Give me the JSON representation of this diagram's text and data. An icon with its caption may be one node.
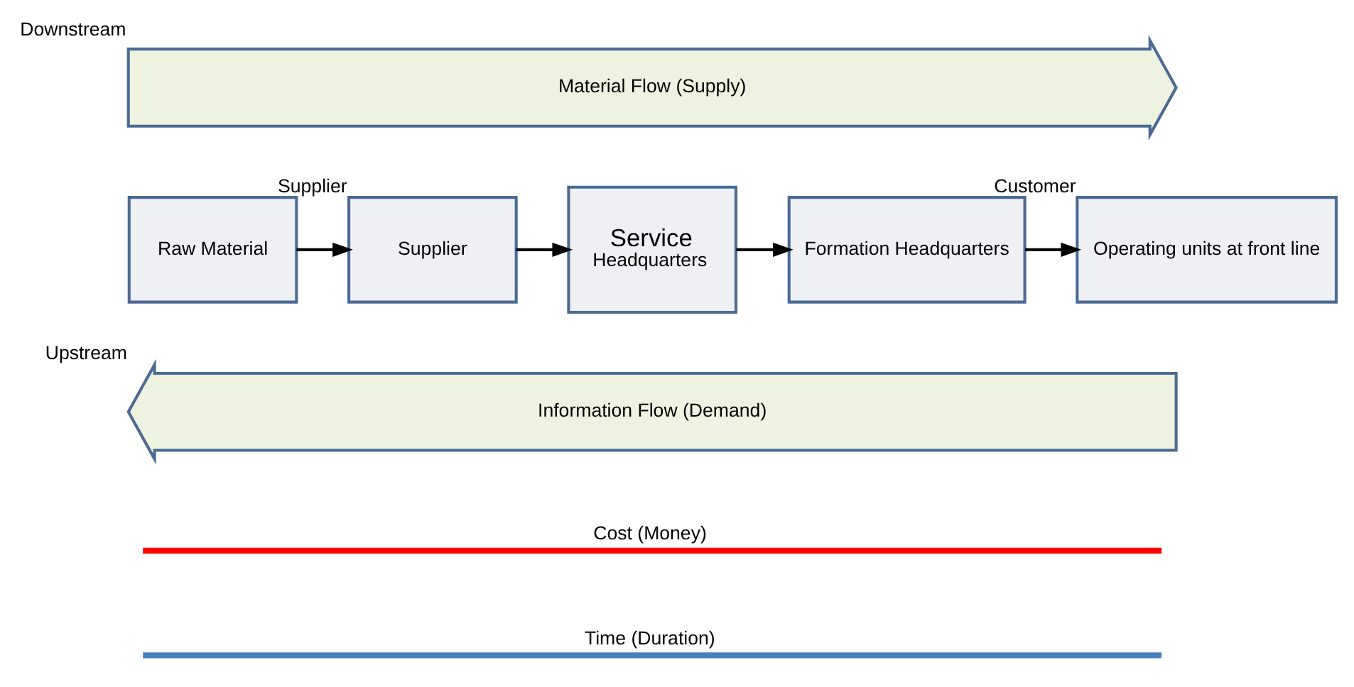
{
  "diagram": {
    "nodes": [
      {
        "text": [
          "Material Flow (Supply)"
        ],
        "beside": [
          "Downstream"
        ]
      },
      {
        "text": [
          "Raw Material"
        ]
      },
      {
        "text": [
          "Supplier"
        ],
        "beside": [
          "Supplier"
        ]
      },
      {
        "text": [
          "Service",
          "Headquarters"
        ]
      },
      {
        "text": [
          "Formation Headquarters"
        ]
      },
      {
        "text": [
          "Operating units at front line"
        ],
        "beside": [
          "Customer"
        ]
      },
      {
        "text": [
          "Information Flow (Demand)"
        ],
        "beside": [
          "Upstream"
        ]
      }
    ],
    "edges": [
      {
        "from": 1,
        "to": 2,
        "arrow": "to"
      },
      {
        "from": 2,
        "to": 3,
        "arrow": "to"
      },
      {
        "from": 3,
        "to": 4,
        "arrow": "to"
      },
      {
        "from": 4,
        "to": 5,
        "arrow": "to"
      }
    ],
    "labels": [
      "Cost (Money)",
      "Time (Duration)"
    ]
  }
}
